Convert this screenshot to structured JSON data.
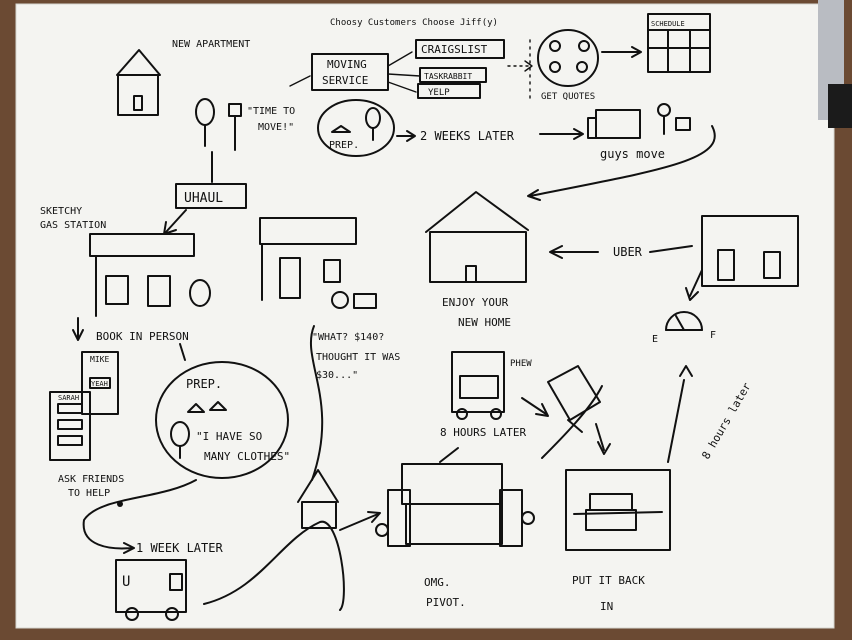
{
  "labels": {
    "new_apartment": "NEW APARTMENT",
    "choosy": "Choosy Customers Choose Jiff(y)",
    "moving_service": [
      "MOVING",
      "SERVICE"
    ],
    "craigslist": "CRAIGSLIST",
    "taskrabbit": "TASKRABBIT",
    "yelp": "YELP",
    "time_to_move": [
      "\"TIME TO",
      "MOVE!\""
    ],
    "get_quotes": "GET QUOTES",
    "schedule": "SCHEDULE",
    "prep_top": "PREP.",
    "two_weeks_later": "2 WEEKS LATER",
    "guys_move": "guys move",
    "uhaul": "UHAUL",
    "sketchy_gas_station": [
      "SKETCHY",
      "GAS STATION"
    ],
    "book_in_person": "BOOK IN PERSON",
    "what_140": [
      "\"WHAT? $140?",
      "THOUGHT IT WAS",
      "$30...\""
    ],
    "enjoy_new_home": [
      "ENJOY YOUR",
      "NEW HOME"
    ],
    "uber": "UBER",
    "gauge_e": "E",
    "gauge_f": "F",
    "prep_mid": "PREP.",
    "so_many_clothes": [
      "\"I HAVE SO",
      "MANY CLOTHES\""
    ],
    "mike": "MIKE",
    "yeah": "YEAH",
    "sarah": "SARAH",
    "ask_friends": [
      "ASK FRIENDS",
      "TO HELP"
    ],
    "one_week_later": "1 WEEK LATER",
    "phew": "PHEW",
    "eight_hours_later": "8 HOURS LATER",
    "eight_hours_later_2": "8 hours later",
    "omg_pivot": [
      "OMG.",
      "PIVOT."
    ],
    "put_it_back_in": [
      "PUT IT BACK",
      "IN"
    ],
    "truck_u": "U"
  }
}
